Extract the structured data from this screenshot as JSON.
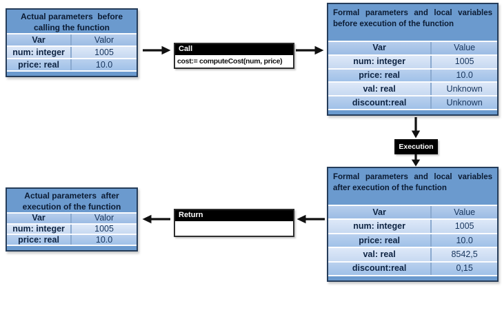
{
  "colors": {
    "table_fill": "#6b9ace",
    "table_border": "#253c59",
    "header_row_fill": "#a6c3e8",
    "row_light_fill": "#cfdef3",
    "row_medium_fill": "#a9c7eb",
    "grid_line": "#ffffff",
    "column_divider": "#8aa9cf",
    "black_box_fill": "#000000",
    "black_box_text": "#ffffff",
    "arrow": "#111111",
    "title_text": "#0b1b33",
    "cell_text": "#16345c"
  },
  "tables": {
    "actual_before": {
      "title_lines": [
        "Actual parameters  before",
        "calling the function"
      ],
      "headers": [
        "Var",
        "Valor"
      ],
      "rows": [
        [
          "num: integer",
          "1005"
        ],
        [
          "price: real",
          "10.0"
        ]
      ]
    },
    "formal_before": {
      "title_lines": [
        "Formal parameters and local variables",
        "before execution of the function"
      ],
      "headers": [
        "Var",
        "Value"
      ],
      "rows": [
        [
          "num: integer",
          "1005"
        ],
        [
          "price: real",
          "10.0"
        ],
        [
          "val: real",
          "Unknown"
        ],
        [
          "discount:real",
          "Unknown"
        ]
      ]
    },
    "formal_after": {
      "title_lines": [
        "Formal parameters and local variables",
        "after execution of the function"
      ],
      "headers": [
        "Var",
        "Value"
      ],
      "rows": [
        [
          "num: integer",
          "1005"
        ],
        [
          "price: real",
          "10.0"
        ],
        [
          "val: real",
          "8542,5"
        ],
        [
          "discount:real",
          "0,15"
        ]
      ]
    },
    "actual_after": {
      "title_lines": [
        "Actual parameters  after",
        "execution of the function"
      ],
      "headers": [
        "Var",
        "Valor"
      ],
      "rows": [
        [
          "num: integer",
          "1005"
        ],
        [
          "price: real",
          "10.0"
        ]
      ]
    }
  },
  "boxes": {
    "call": {
      "label": "Call",
      "code": "cost:= computeCost(num, price)"
    },
    "execution": {
      "label": "Execution"
    },
    "return": {
      "label": "Return",
      "body": ""
    }
  }
}
